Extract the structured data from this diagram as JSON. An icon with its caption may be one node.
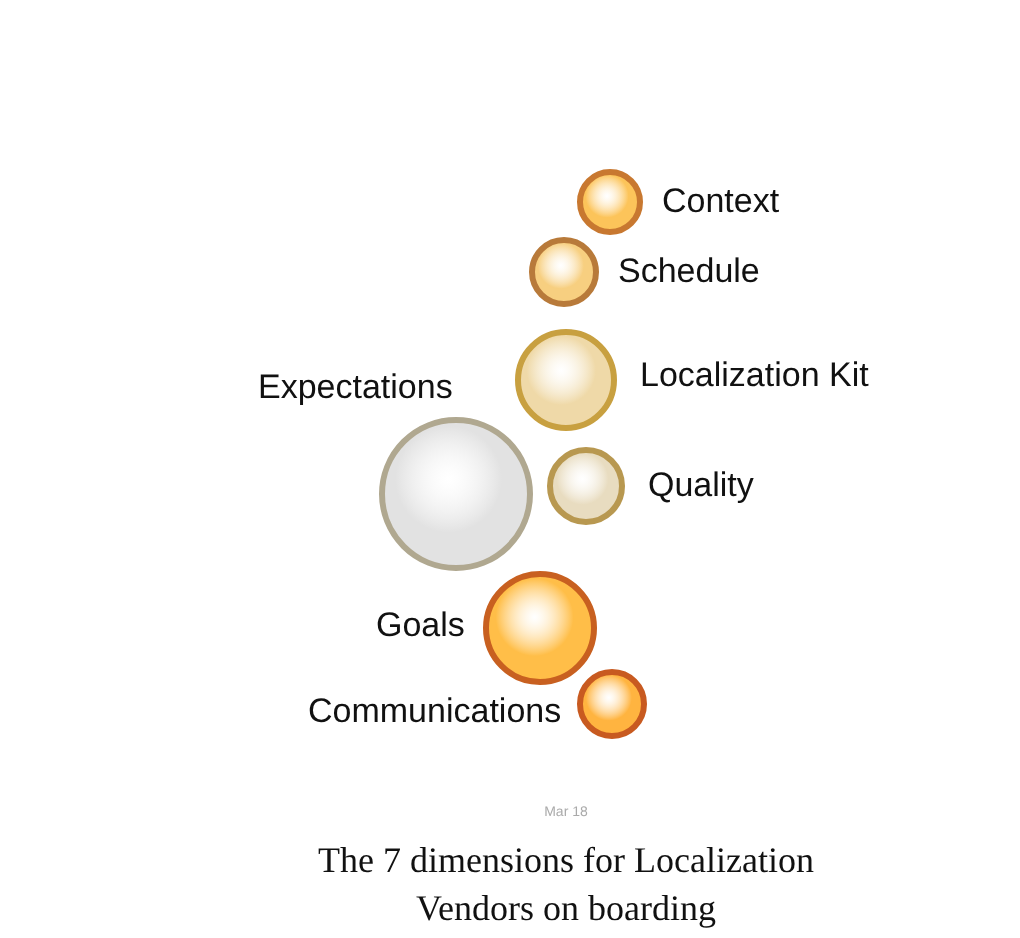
{
  "diagram": {
    "title": "The 7 dimensions for Localization Vendors on boarding",
    "nodes": [
      {
        "text": [
          "Context"
        ]
      },
      {
        "text": [
          "Schedule"
        ]
      },
      {
        "text": [
          "Localization Kit"
        ]
      },
      {
        "text": [
          "Expectations"
        ]
      },
      {
        "text": [
          "Quality"
        ]
      },
      {
        "text": [
          "Goals"
        ]
      },
      {
        "text": [
          "Communications"
        ]
      }
    ],
    "labels": [
      "Mar 18"
    ]
  }
}
